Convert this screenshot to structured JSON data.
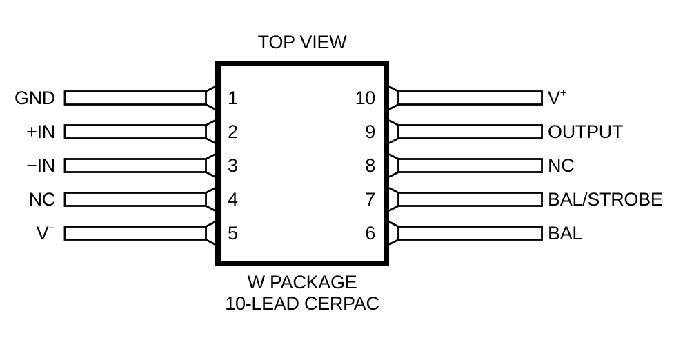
{
  "title": "TOP VIEW",
  "package": {
    "line1": "W PACKAGE",
    "line2": "10-LEAD CERPAC"
  },
  "colors": {
    "ink": "#000000",
    "background": "#ffffff"
  },
  "pins": {
    "left": [
      {
        "num": "1",
        "label": "GND",
        "sup": ""
      },
      {
        "num": "2",
        "label": "+IN",
        "sup": ""
      },
      {
        "num": "3",
        "label": "−IN",
        "sup": ""
      },
      {
        "num": "4",
        "label": "NC",
        "sup": ""
      },
      {
        "num": "5",
        "label": "V",
        "sup": "−"
      }
    ],
    "right": [
      {
        "num": "10",
        "label": "V",
        "sup": "+"
      },
      {
        "num": "9",
        "label": "OUTPUT",
        "sup": ""
      },
      {
        "num": "8",
        "label": "NC",
        "sup": ""
      },
      {
        "num": "7",
        "label": "BAL/STROBE",
        "sup": ""
      },
      {
        "num": "6",
        "label": "BAL",
        "sup": ""
      }
    ]
  }
}
